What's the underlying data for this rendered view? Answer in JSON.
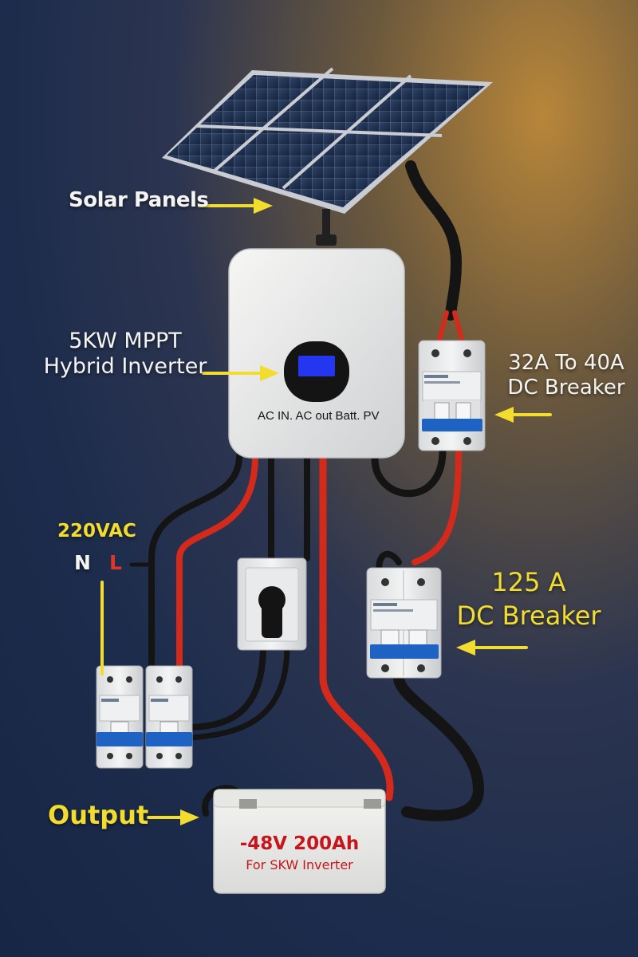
{
  "labels": {
    "solar_panels": "Solar Panels",
    "inverter_line1": "5KW MPPT",
    "inverter_line2": "Hybrid Inverter",
    "ports": "AC IN. AC out Batt. PV",
    "dc_breaker_small_line1": "32A To 40A",
    "dc_breaker_small_line2": "DC Breaker",
    "ac_voltage": "220VAC",
    "neutral": "N",
    "live": "L",
    "dc_breaker_large_line1": "125 A",
    "dc_breaker_large_line2": "DC Breaker",
    "output": "Output",
    "battery_line1": "-48V 200Ah",
    "battery_line2": "For SKW Inverter"
  },
  "colors": {
    "label_white": "#f4f4f2",
    "label_yellow": "#f2dc2e",
    "wire_red": "#d42a1c",
    "wire_black": "#141414",
    "breaker_blue": "#1e63c4",
    "display_blue": "#2436f0",
    "battery_text_red": "#c4161c",
    "live_red": "#e0362a"
  }
}
